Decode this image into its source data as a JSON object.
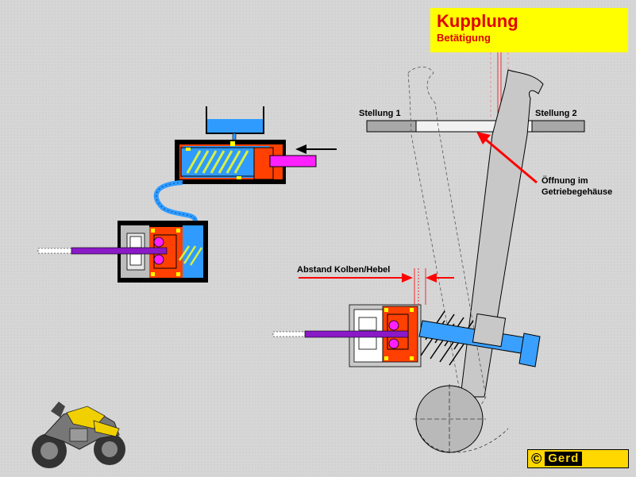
{
  "title": {
    "main": "Kupplung",
    "sub": "Betätigung"
  },
  "labels": {
    "stellung1": "Stellung 1",
    "stellung2": "Stellung 2",
    "oeffnung_line1": "Öffnung im",
    "oeffnung_line2": "Getriebegehäuse",
    "abstand": "Abstand Kolben/Hebel"
  },
  "copyright": {
    "symbol": "©",
    "name": "Gerd"
  },
  "colors": {
    "title_bg": "#ffff00",
    "title_text": "#e00000",
    "fluid": "#2f9bff",
    "piston_red": "#ff4000",
    "spring": "#d8f040",
    "rod_purple": "#8a1ac8",
    "pushrod_magenta": "#ff20ff",
    "bolt_blue": "#3aa0ff",
    "arrow_red": "#ff0000",
    "copyright_bg": "#ffd800"
  }
}
